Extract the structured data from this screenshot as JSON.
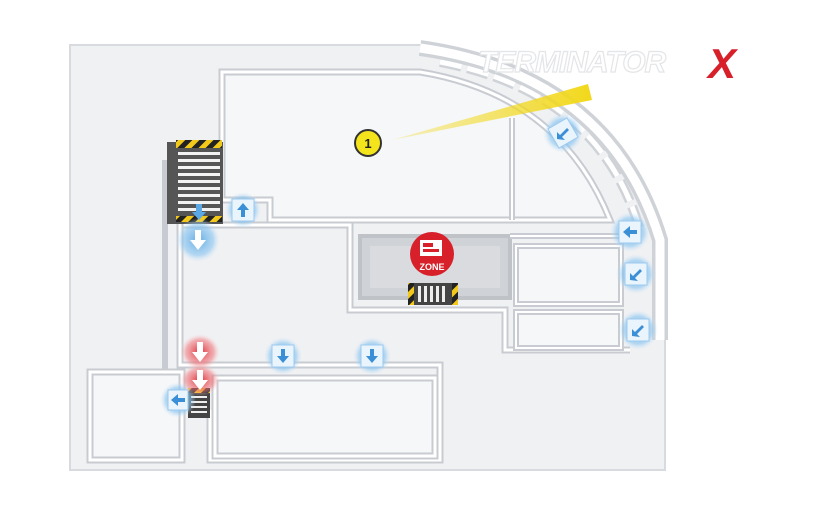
{
  "brand": {
    "logo_text": "TERMINATOR",
    "logo_x": "X",
    "accent": "#d7202a"
  },
  "markers": [
    {
      "label": "1"
    }
  ],
  "zone": {
    "label": "ZONE"
  },
  "colors": {
    "wall": "#c8ccd2",
    "floor": "#f3f4f6",
    "corridor": "#e4e6ea",
    "arrow_glow": "#5aa9e6",
    "arrow_red": "#e0242c",
    "spotlight": "#f2d81a",
    "marker_fill": "#f4e41c"
  },
  "icons": [
    "exit-arrow-icon",
    "red-exit-arrow-icon",
    "staircase-icon",
    "zone-logo-icon",
    "numbered-marker-icon"
  ]
}
